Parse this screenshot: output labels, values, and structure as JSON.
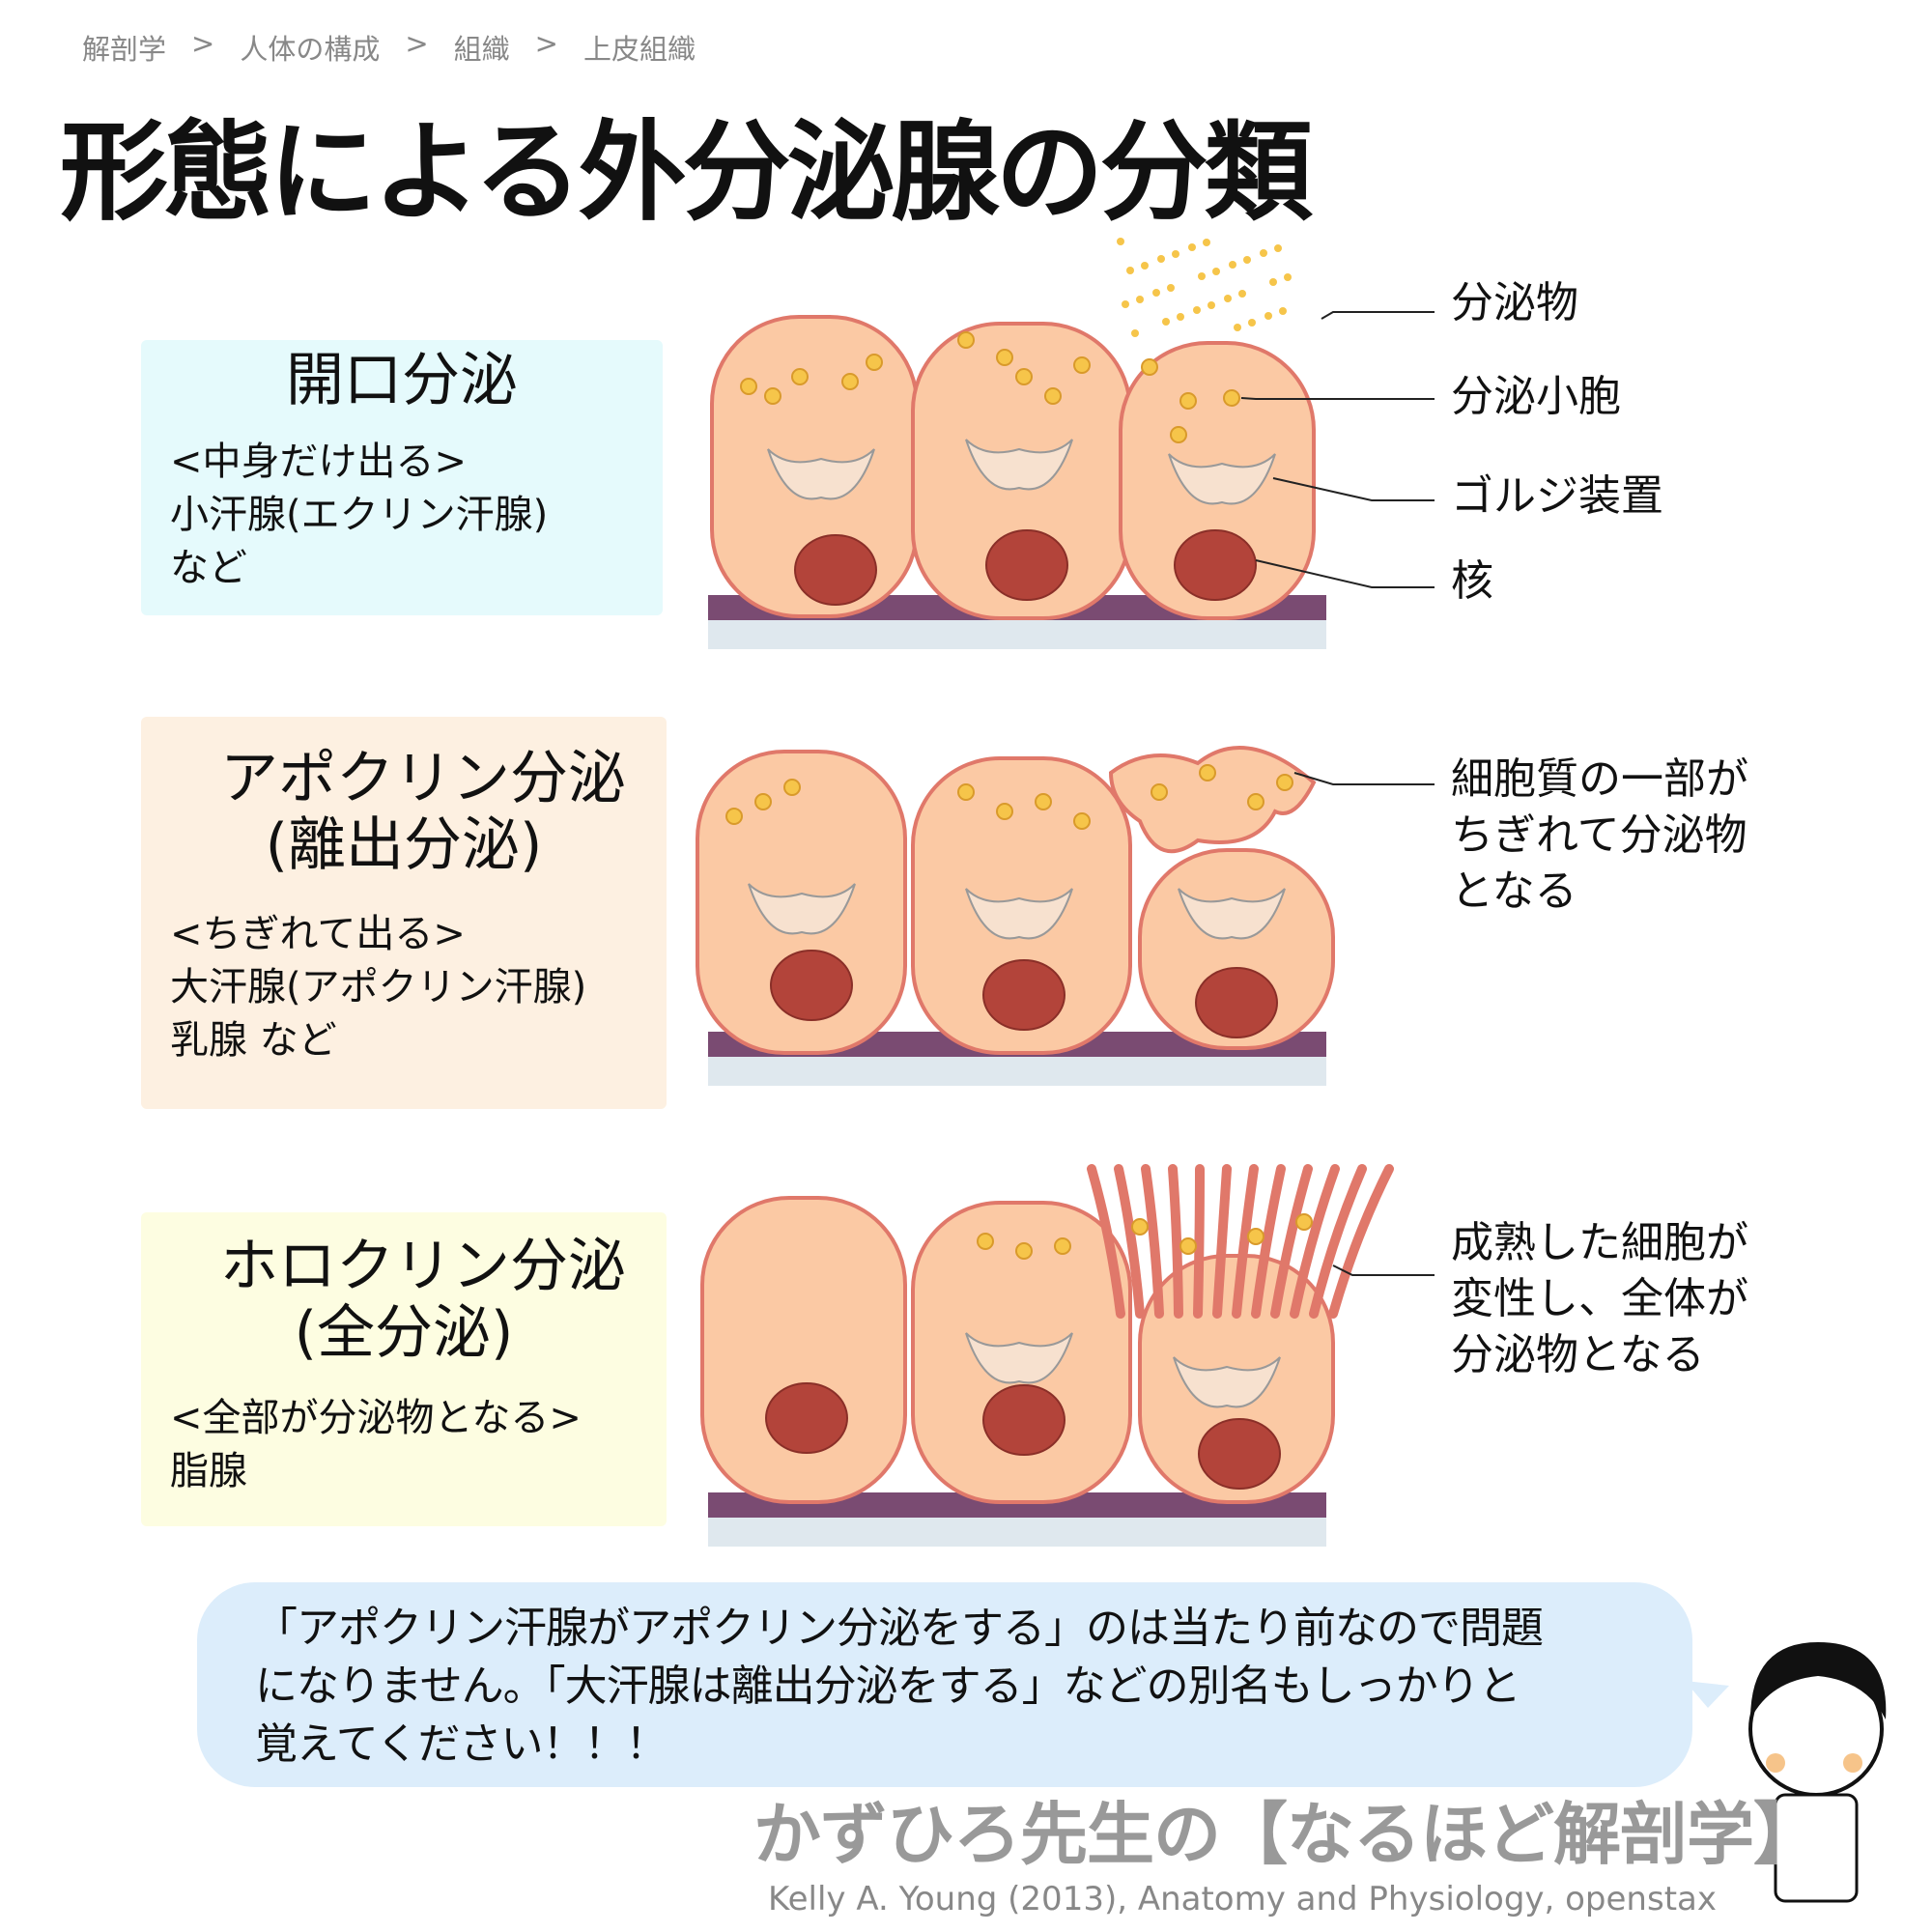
{
  "breadcrumb": [
    "解剖学",
    ">",
    "人体の構成",
    ">",
    "組織",
    ">",
    "上皮組織"
  ],
  "title": "形態による外分泌腺の分類",
  "sections": [
    {
      "name": "開口分泌",
      "subtitle": "",
      "desc": [
        "<中身だけ出る>",
        "小汗腺(エクリン汗腺)",
        "など"
      ]
    },
    {
      "name": "アポクリン分泌",
      "subtitle": "(離出分泌)",
      "desc": [
        "<ちぎれて出る>",
        "大汗腺(アポクリン汗腺)",
        "乳腺 など"
      ]
    },
    {
      "name": "ホロクリン分泌",
      "subtitle": "(全分泌)",
      "desc": [
        "<全部が分泌物となる>",
        "脂腺"
      ]
    }
  ],
  "labels": {
    "secretion": "分泌物",
    "vesicle": "分泌小胞",
    "golgi": "ゴルジ装置",
    "nucleus": "核",
    "apocrine": [
      "細胞質の一部が",
      "ちぎれて分泌物",
      "となる"
    ],
    "holocrine": [
      "成熟した細胞が",
      "変性し、全体が",
      "分泌物となる"
    ]
  },
  "bubble": [
    "「アポクリン汗腺がアポクリン分泌をする」のは当たり前なので問題",
    "になりません。「大汗腺は離出分泌をする」などの別名もしっかりと",
    "覚えてください！！！"
  ],
  "brand": "かずひろ先生の【なるほど解剖学】",
  "citation": "Kelly A. Young (2013), Anatomy and Physiology, openstax",
  "colors": {
    "cell": "#fbc9a4",
    "cell_stroke": "#e0786a",
    "nucleus": "#b3443a",
    "membrane": "#7a4b72",
    "bubble": "#dcedfb"
  }
}
